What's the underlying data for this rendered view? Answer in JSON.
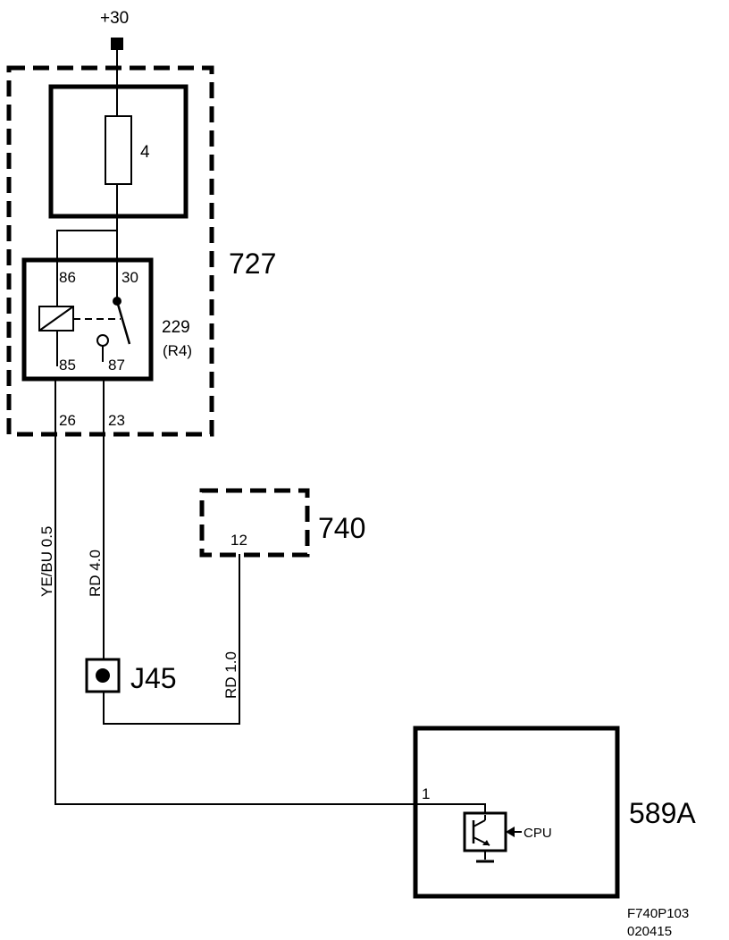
{
  "supply": {
    "label": "+30"
  },
  "unit_727": {
    "label": "727",
    "fuse": {
      "label": "4"
    },
    "relay": {
      "id": "229",
      "sub": "(R4)",
      "pins": {
        "p86": "86",
        "p30": "30",
        "p85": "85",
        "p87": "87"
      }
    },
    "connector_pins": {
      "left": "26",
      "right": "23"
    }
  },
  "unit_740": {
    "label": "740",
    "pin": "12"
  },
  "junction": {
    "label": "J45"
  },
  "unit_589A": {
    "label": "589A",
    "pin": "1",
    "cpu_label": "CPU"
  },
  "wires": {
    "yebu": "YE/BU  0.5",
    "rd40": "RD  4.0",
    "rd10": "RD  1.0"
  },
  "footer": {
    "code": "F740P103",
    "date": "020415"
  }
}
